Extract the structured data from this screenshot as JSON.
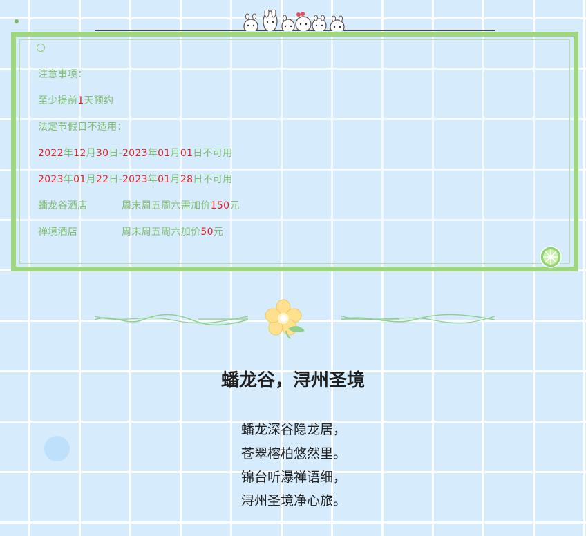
{
  "notice": {
    "title": "注意事项：",
    "booking_prefix": "至少提前",
    "booking_number": "1",
    "booking_suffix": "天预约",
    "holiday_title": "法定节假日不适用：",
    "periods": [
      {
        "start_y": "2022",
        "start_y_unit": "年",
        "start_m": "12",
        "start_m_unit": "月",
        "start_d": "30",
        "start_d_unit": "日-",
        "end_y": "2023",
        "end_y_unit": "年",
        "end_m": "01",
        "end_m_unit": "月",
        "end_d": "01",
        "end_suffix": "日不可用"
      },
      {
        "start_y": "2023",
        "start_y_unit": "年",
        "start_m": "01",
        "start_m_unit": "月",
        "start_d": "22",
        "start_d_unit": "日-",
        "end_y": "2023",
        "end_y_unit": "年",
        "end_m": "01",
        "end_m_unit": "月",
        "end_d": "28",
        "end_suffix": "日不可用"
      }
    ],
    "hotels": [
      {
        "name": "蟠龙谷酒店",
        "rule_prefix": "周末周五周六需加价",
        "amount": "150",
        "unit": "元"
      },
      {
        "name": "禅境酒店",
        "rule_prefix": "周末周五周六加价",
        "amount": "50",
        "unit": "元"
      }
    ]
  },
  "title": "蟠龙谷，浔州圣境",
  "poem": [
    "蟠龙深谷隐龙居，",
    "苍翠榕柏悠然里。",
    "锦台听瀑禅语细，",
    "浔州圣境净心旅。"
  ],
  "icons": {
    "critters": "cute-animal-faces-icon",
    "corner": "lime-slice-icon",
    "ornament": "vine-divider-icon",
    "flower": "yellow-flower-icon"
  },
  "colors": {
    "background": "#d6ebfc",
    "border": "#9fd77f",
    "notice_text": "#7fbe6e",
    "accent": "#e32121",
    "title": "#202020"
  }
}
